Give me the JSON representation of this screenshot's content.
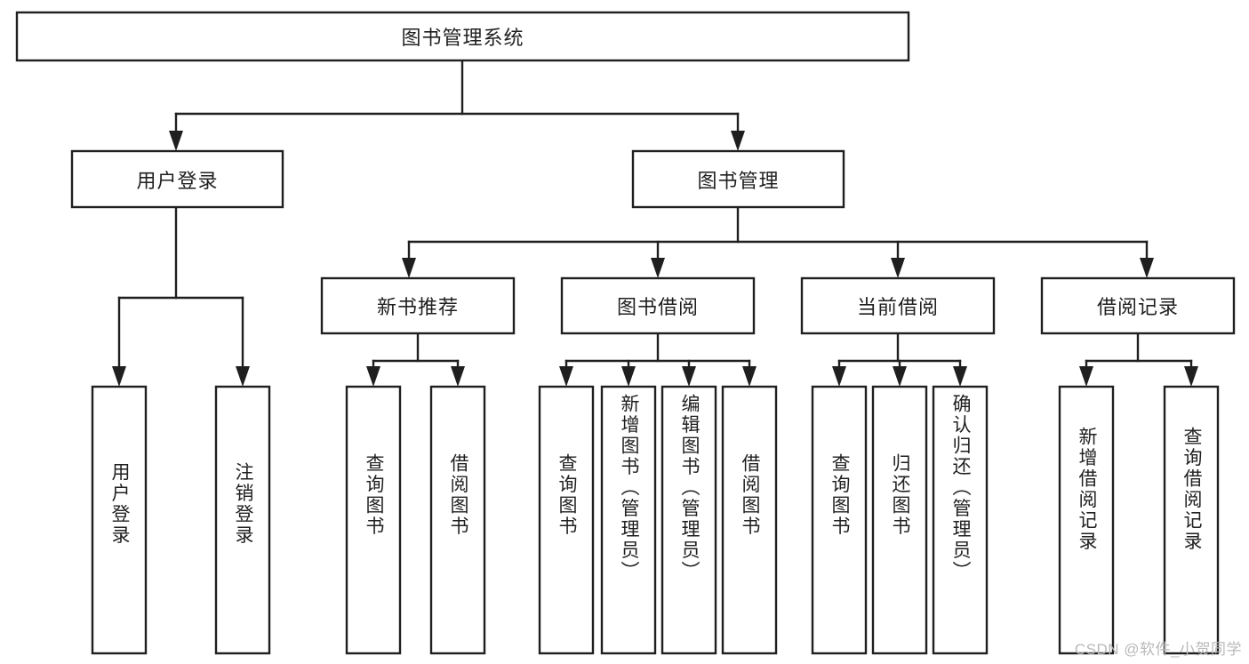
{
  "diagram": {
    "type": "tree",
    "title": "图书管理系统",
    "root": {
      "id": "root",
      "label": "图书管理系统",
      "orientation": "horizontal"
    },
    "level2": [
      {
        "id": "user-login",
        "label": "用户登录",
        "orientation": "horizontal"
      },
      {
        "id": "book-manage",
        "label": "图书管理",
        "orientation": "horizontal"
      }
    ],
    "level3": [
      {
        "id": "new-book-recommend",
        "label": "新书推荐",
        "orientation": "horizontal",
        "parent": "book-manage"
      },
      {
        "id": "book-borrow",
        "label": "图书借阅",
        "orientation": "horizontal",
        "parent": "book-manage"
      },
      {
        "id": "current-borrow",
        "label": "当前借阅",
        "orientation": "horizontal",
        "parent": "book-manage"
      },
      {
        "id": "borrow-record",
        "label": "借阅记录",
        "orientation": "horizontal",
        "parent": "book-manage"
      }
    ],
    "leaves": [
      {
        "id": "leaf-user-login",
        "label": "用户登录",
        "orientation": "vertical",
        "parent": "user-login"
      },
      {
        "id": "leaf-logout-login",
        "label": "注销登录",
        "orientation": "vertical",
        "parent": "user-login"
      },
      {
        "id": "leaf-query-book-1",
        "label": "查询图书",
        "orientation": "vertical",
        "parent": "new-book-recommend"
      },
      {
        "id": "leaf-borrow-book-1",
        "label": "借阅图书",
        "orientation": "vertical",
        "parent": "new-book-recommend"
      },
      {
        "id": "leaf-query-book-2",
        "label": "查询图书",
        "orientation": "vertical",
        "parent": "book-borrow"
      },
      {
        "id": "leaf-add-book",
        "label": "新增图书（管理员）",
        "orientation": "vertical",
        "parent": "book-borrow"
      },
      {
        "id": "leaf-edit-book",
        "label": "编辑图书（管理员）",
        "orientation": "vertical",
        "parent": "book-borrow"
      },
      {
        "id": "leaf-borrow-book-2",
        "label": "借阅图书",
        "orientation": "vertical",
        "parent": "book-borrow"
      },
      {
        "id": "leaf-query-book-3",
        "label": "查询图书",
        "orientation": "vertical",
        "parent": "current-borrow"
      },
      {
        "id": "leaf-return-book",
        "label": "归还图书",
        "orientation": "vertical",
        "parent": "current-borrow"
      },
      {
        "id": "leaf-confirm-return",
        "label": "确认归还（管理员）",
        "orientation": "vertical",
        "parent": "current-borrow"
      },
      {
        "id": "leaf-add-record",
        "label": "新增借阅记录",
        "orientation": "vertical",
        "parent": "borrow-record"
      },
      {
        "id": "leaf-query-record",
        "label": "查询借阅记录",
        "orientation": "vertical",
        "parent": "borrow-record"
      }
    ],
    "colors": {
      "stroke": "#1f1f1f",
      "fill": "#ffffff",
      "text": "#1f1f1f",
      "background": "#ffffff",
      "watermark": "#b9b9b9"
    }
  },
  "watermark": {
    "text": "CSDN @软件_小贺同学"
  }
}
